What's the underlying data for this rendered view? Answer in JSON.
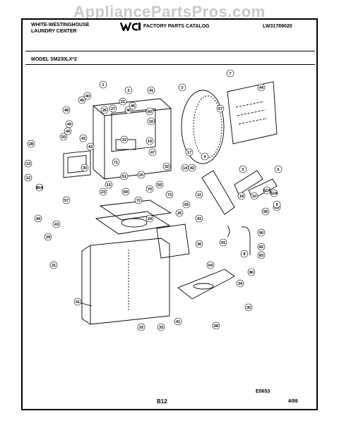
{
  "watermark": "AppliancePartsPros.com",
  "header": {
    "brand_line1": "WHITE-WESTINGHOUSE",
    "brand_line2": "LAUNDRY CENTER",
    "catalog": "FACTORY PARTS CATALOG",
    "catalog_number": "LW31789020",
    "model": "MODEL SM230LX*2"
  },
  "footer": {
    "page": "B12",
    "code": "E0653",
    "date": "4/89"
  },
  "part_labels": [
    "1",
    "2",
    "3",
    "7",
    "44",
    "45",
    "40",
    "41",
    "21",
    "26",
    "27",
    "46",
    "48",
    "49",
    "44",
    "45",
    "60",
    "16",
    "67",
    "93",
    "42",
    "43",
    "19",
    "28",
    "30",
    "71",
    "22",
    "47",
    "32",
    "13",
    "51",
    "20",
    "55",
    "12",
    "14",
    "42",
    "17",
    "4",
    "52A",
    "85",
    "10",
    "5",
    "6",
    "23",
    "86A",
    "69",
    "15",
    "72",
    "70",
    "73",
    "11",
    "65",
    "18",
    "41",
    "57",
    "24",
    "25",
    "44",
    "43",
    "29",
    "8",
    "91",
    "90",
    "82",
    "83",
    "36",
    "64",
    "86",
    "9",
    "56",
    "62A",
    "31",
    "34",
    "35",
    "41",
    "32",
    "33",
    "41",
    "68"
  ]
}
